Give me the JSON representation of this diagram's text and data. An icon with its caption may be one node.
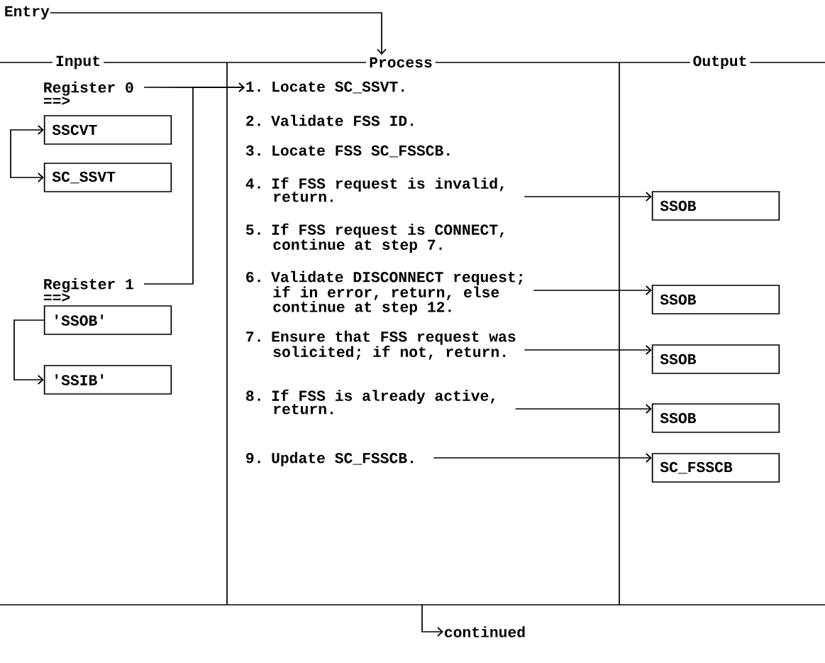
{
  "diagram": {
    "nodes": [
      {
        "text": [
          "Entry"
        ]
      },
      {
        "text": [
          "Register 0 ==>"
        ]
      },
      {
        "text": [
          "SSCVT"
        ]
      },
      {
        "text": [
          "SC_SSVT"
        ]
      },
      {
        "text": [
          "Register 1 ==>"
        ]
      },
      {
        "text": [
          "'SSOB'"
        ]
      },
      {
        "text": [
          "'SSIB'"
        ]
      },
      {
        "text": [
          "1. Locate SC_SSVT."
        ]
      },
      {
        "text": [
          "2. Validate FSS ID."
        ]
      },
      {
        "text": [
          "3. Locate FSS SC_FSSCB."
        ]
      },
      {
        "text": [
          "4. If FSS request is invalid, return."
        ]
      },
      {
        "text": [
          "5. If FSS request is CONNECT, continue at step 7."
        ]
      },
      {
        "text": [
          "6. Validate DISCONNECT request; if in error, return, else continue at step 12."
        ]
      },
      {
        "text": [
          "7. Ensure that FSS request was solicited; if not, return."
        ]
      },
      {
        "text": [
          "8. If FSS is already active, return."
        ]
      },
      {
        "text": [
          "9. Update SC_FSSCB."
        ]
      },
      {
        "text": [
          "SSOB"
        ]
      },
      {
        "text": [
          "SSOB"
        ]
      },
      {
        "text": [
          "SSOB"
        ]
      },
      {
        "text": [
          "SSOB"
        ]
      },
      {
        "text": [
          "SC_FSSCB"
        ]
      },
      {
        "text": [
          "continued"
        ]
      },
      {
        "text": [
          "Process"
        ]
      }
    ],
    "edges": [
      {
        "from": 0,
        "to": 22,
        "arrow": "to"
      },
      {
        "from": 1,
        "to": 7,
        "arrow": "to"
      },
      {
        "from": 4,
        "to": 7,
        "arrow": "to"
      },
      {
        "from": 2,
        "to": 3,
        "arrow": "both"
      },
      {
        "from": 5,
        "to": 6,
        "arrow": "to"
      },
      {
        "from": 10,
        "to": 16,
        "arrow": "to"
      },
      {
        "from": 12,
        "to": 17,
        "arrow": "to"
      },
      {
        "from": 13,
        "to": 18,
        "arrow": "to"
      },
      {
        "from": 14,
        "to": 19,
        "arrow": "to"
      },
      {
        "from": 15,
        "to": 20,
        "arrow": "to"
      },
      {
        "from": null,
        "to": 21,
        "arrow": "to"
      }
    ],
    "labels": [
      "Input",
      "Output"
    ]
  }
}
